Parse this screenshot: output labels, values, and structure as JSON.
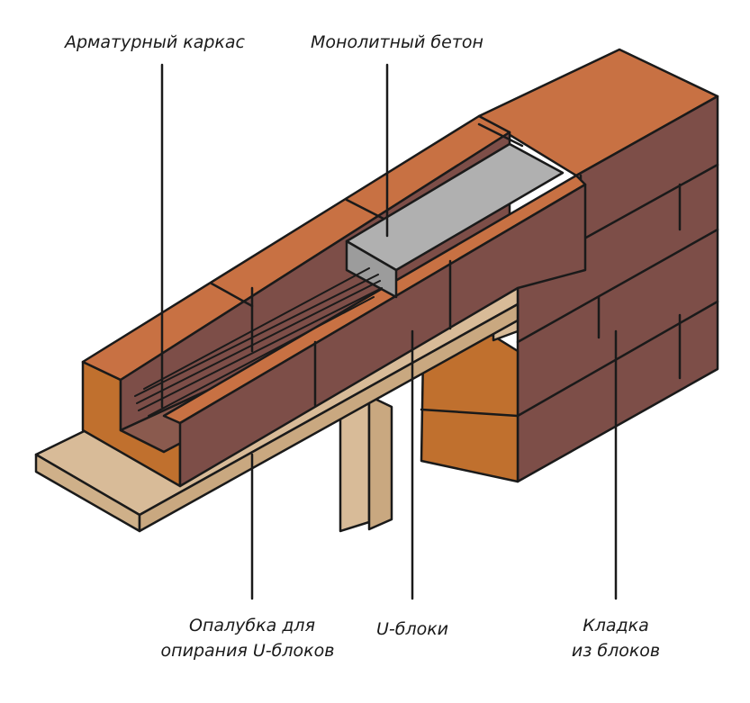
{
  "labels": {
    "rebar_cage": "Арматурный каркас",
    "monolithic_concrete": "Монолитный бетон",
    "formwork_line1": "Опалубка для",
    "formwork_line2": "опирания U-блоков",
    "u_blocks": "U-блоки",
    "masonry_line1": "Кладка",
    "masonry_line2": "из блоков"
  },
  "colors": {
    "brick_top": "#c87143",
    "brick_side": "#7d4e48",
    "brick_end": "#c0702e",
    "concrete": "#b0b0b0",
    "wood": "#d8bb98",
    "outline": "#1a1a1a"
  }
}
